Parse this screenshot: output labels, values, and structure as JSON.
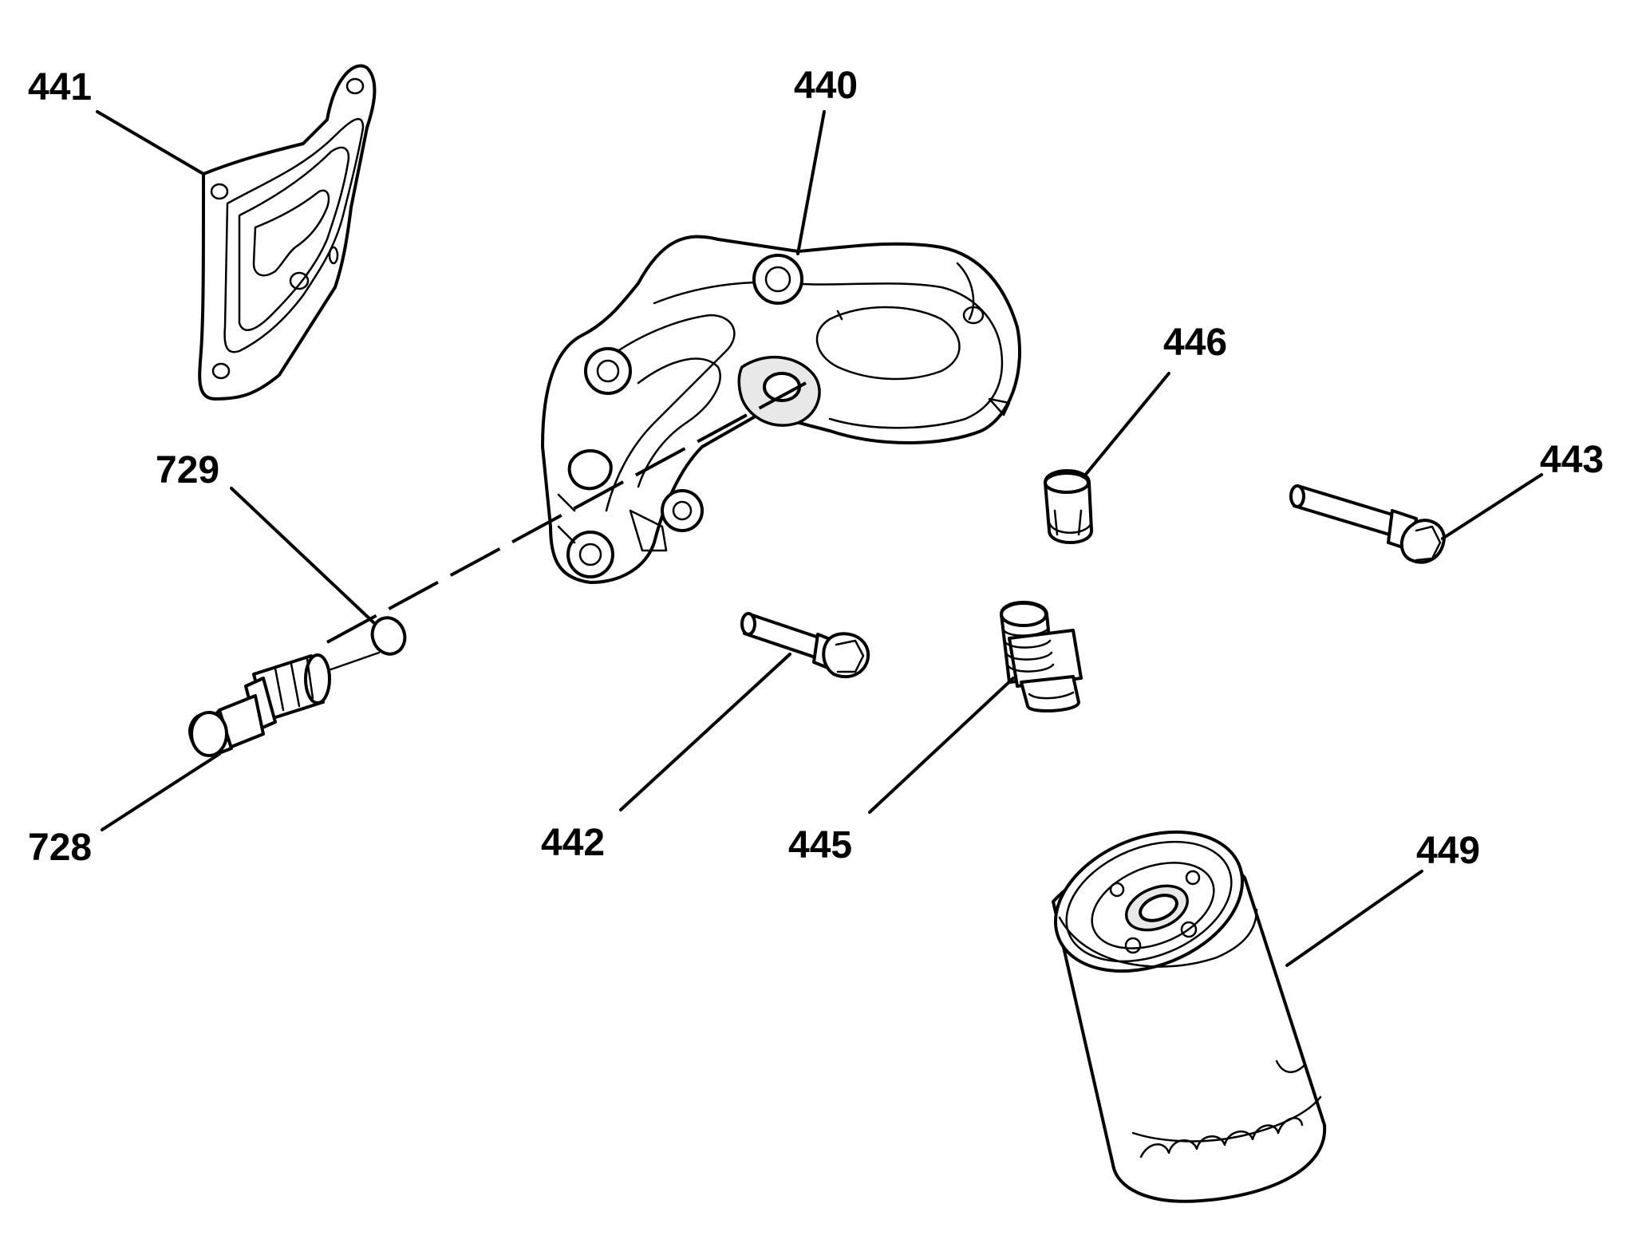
{
  "diagram": {
    "parts": [
      {
        "id": "gasket",
        "callout": "441"
      },
      {
        "id": "oil-filter-adapter",
        "callout": "440"
      },
      {
        "id": "plug-small",
        "callout": "446"
      },
      {
        "id": "bolt-long",
        "callout": "443"
      },
      {
        "id": "o-ring",
        "callout": "729"
      },
      {
        "id": "oil-pressure-sensor",
        "callout": "728"
      },
      {
        "id": "bolt-short",
        "callout": "442"
      },
      {
        "id": "filter-fitting",
        "callout": "445"
      },
      {
        "id": "oil-filter",
        "callout": "449"
      }
    ]
  }
}
